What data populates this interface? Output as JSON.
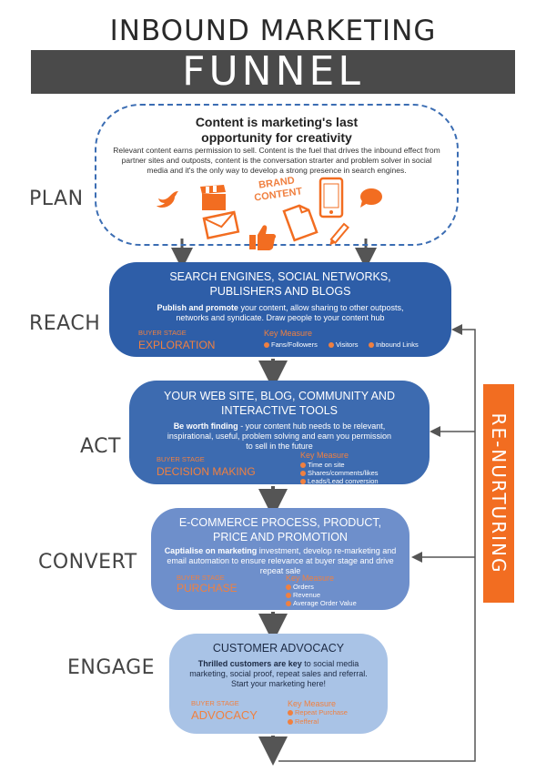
{
  "title": {
    "line1": "INBOUND MARKETING",
    "line2": "FUNNEL"
  },
  "plan": {
    "stage": "PLAN",
    "heading_line1": "Content is marketing's last",
    "heading_line2": "opportunity for creativity",
    "body": "Relevant content earns permission to sell. Content is the fuel that drives the inbound effect from partner sites and outposts, content is the conversation strarter and problem solver in social media and it's the only way to develop a strong presence in search engines.",
    "brand_line1": "BRAND",
    "brand_line2": "CONTENT"
  },
  "reach": {
    "stage": "REACH",
    "heading_line1": "SEARCH ENGINES, SOCIAL NETWORKS,",
    "heading_line2": "PUBLISHERS AND BLOGS",
    "lead": "Publish and promote",
    "body": " your content, allow sharing to other outposts, networks and syndicate. Draw people to your content hub",
    "buyer_stage_label": "BUYER STAGE",
    "buyer_stage": "EXPLORATION",
    "key_measure_label": "Key Measure",
    "measures": [
      "Fans/Followers",
      "Visitors",
      "Inbound Links"
    ]
  },
  "act": {
    "stage": "ACT",
    "heading_line1": "YOUR WEB SITE, BLOG, COMMUNITY AND",
    "heading_line2": "INTERACTIVE TOOLS",
    "lead": "Be worth finding",
    "body": " - your content hub needs to be relevant, inspirational, useful, problem solving and earn you permission to sell in the future",
    "buyer_stage_label": "BUYER STAGE",
    "buyer_stage": "DECISION MAKING",
    "key_measure_label": "Key Measure",
    "measures": [
      "Time on site",
      "Shares/comments/likes",
      "Leads/Lead conversion"
    ]
  },
  "convert": {
    "stage": "CONVERT",
    "heading_line1": "E-COMMERCE PROCESS, PRODUCT,",
    "heading_line2": "PRICE AND PROMOTION",
    "lead": "Captialise on marketing",
    "body": " investment, develop re-marketing and email automation to ensure relevance at buyer stage and drive repeat sale",
    "buyer_stage_label": "BUYER STAGE",
    "buyer_stage": "PURCHASE",
    "key_measure_label": "Key Measure",
    "measures": [
      "Orders",
      "Revenue",
      "Average Order Value"
    ]
  },
  "engage": {
    "stage": "ENGAGE",
    "heading": "CUSTOMER ADVOCACY",
    "lead": "Thrilled customers are key",
    "body": " to social media marketing, social proof, repeat sales and referral. Start your marketing here!",
    "buyer_stage_label": "BUYER STAGE",
    "buyer_stage": "ADVOCACY",
    "key_measure_label": "Key Measure",
    "measures": [
      "Repeat Purchase",
      "Refferal"
    ]
  },
  "renurturing": "RE-NURTURING",
  "colors": {
    "reach": "#2e5ea8",
    "act": "#3d6bb0",
    "convert": "#6e8fcb",
    "engage": "#a9c3e6",
    "accent": "#f26d21",
    "title_band": "#4a4a4a"
  },
  "icons": [
    "twitter-bird-icon",
    "clapperboard-icon",
    "smartphone-icon",
    "chat-bubble-icon",
    "envelope-icon",
    "thumbs-up-icon",
    "document-icon",
    "pencil-icon"
  ]
}
